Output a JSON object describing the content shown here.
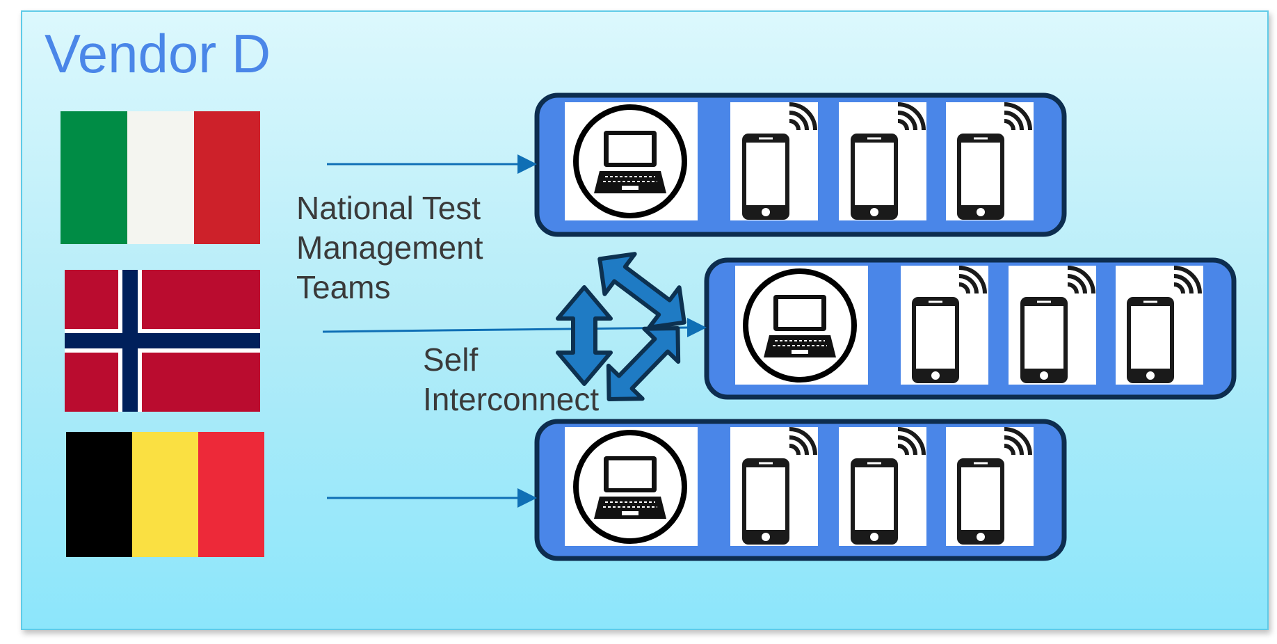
{
  "title": "Vendor D",
  "labels": {
    "national_line1": "National Test",
    "national_line2": "Management",
    "national_line3": "Teams",
    "self_line1": "Self",
    "self_line2": "Interconnect"
  },
  "flags": [
    {
      "country": "Italy",
      "colors": [
        "#008c45",
        "#f4f5f0",
        "#cd212a"
      ]
    },
    {
      "country": "Norway",
      "colors": [
        "#ba0c2f",
        "#ffffff",
        "#00205b"
      ]
    },
    {
      "country": "Belgium",
      "colors": [
        "#000000",
        "#fae042",
        "#ed2939"
      ]
    }
  ],
  "groups": [
    {
      "name": "italy-group",
      "laptops": 1,
      "phones": 3
    },
    {
      "name": "norway-group",
      "laptops": 1,
      "phones": 3
    },
    {
      "name": "belgium-group",
      "laptops": 1,
      "phones": 3
    }
  ],
  "colors": {
    "title": "#4a86e8",
    "panel_border": "#5fcbe8",
    "group_fill": "#4a86e8",
    "group_border": "#0d2d4f",
    "connector_arrow": "#0f6fb5",
    "interconnect_arrow_fill": "#1f7bc4",
    "interconnect_arrow_border": "#0d3150"
  }
}
